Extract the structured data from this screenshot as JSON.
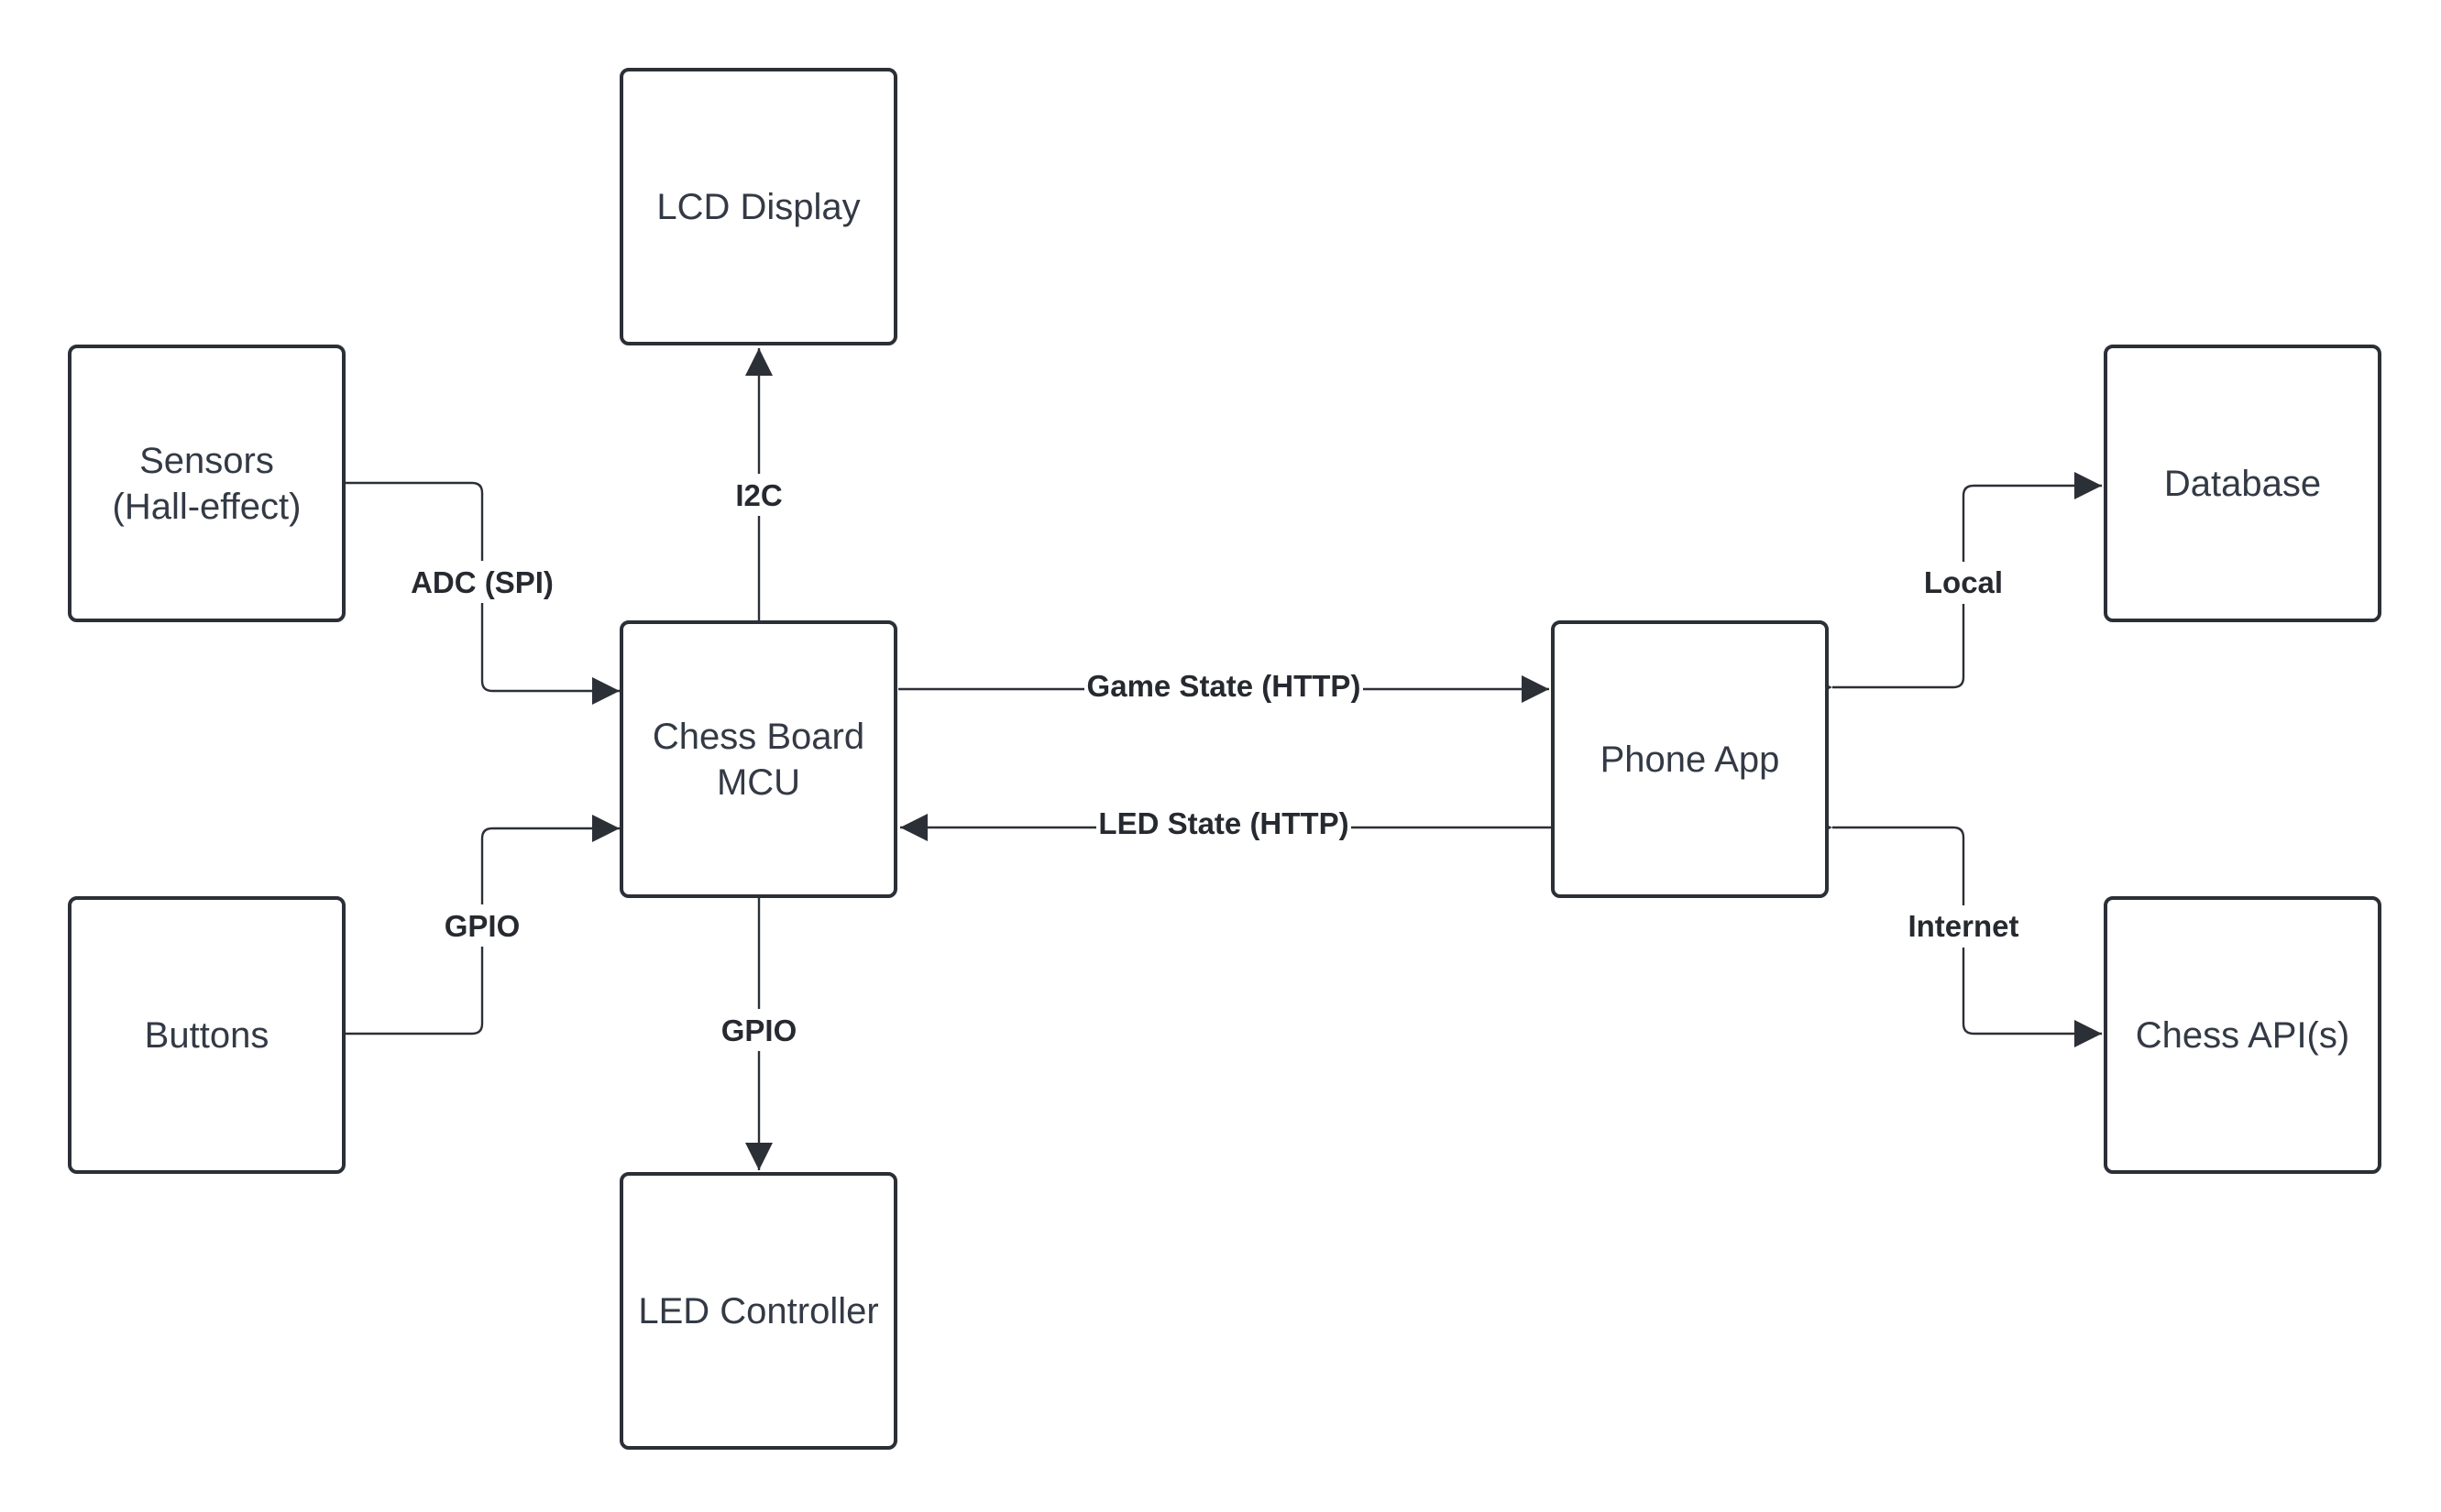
{
  "colors": {
    "stroke": "#2b2f36",
    "node_text": "#333a45",
    "edge_text": "#262a30",
    "background": "#ffffff"
  },
  "nodes": {
    "lcd": "LCD Display",
    "sensors": "Sensors\n(Hall-effect)",
    "mcu": "Chess Board\nMCU",
    "buttons": "Buttons",
    "led_controller": "LED Controller",
    "phone": "Phone App",
    "database": "Database",
    "chess_api": "Chess API(s)"
  },
  "edges": {
    "i2c": "I2C",
    "adc_spi": "ADC (SPI)",
    "gpio_buttons": "GPIO",
    "gpio_led": "GPIO",
    "game_state": "Game State (HTTP)",
    "led_state": "LED State (HTTP)",
    "local": "Local",
    "internet": "Internet"
  }
}
